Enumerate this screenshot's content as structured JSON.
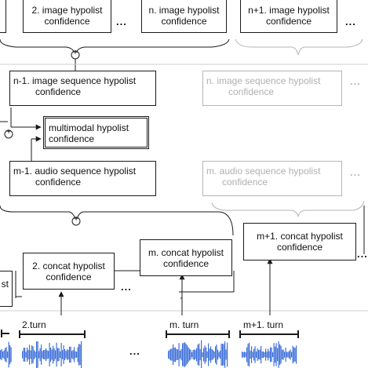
{
  "image_hypolists": [
    {
      "line1": "2. image hypolist",
      "line2": "confidence"
    },
    {
      "line1": "n. image hypolist",
      "line2": "confidence"
    },
    {
      "line1": "n+1. image hypolist",
      "line2": "confidence"
    }
  ],
  "image_sequence": {
    "line1": "n-1. image sequence hypolist",
    "line2": "confidence"
  },
  "image_sequence_next": {
    "line1": "n. image sequence hypolist",
    "line2": "confidence"
  },
  "multimodal": {
    "line1": "multimodal hypolist",
    "line2": "confidence"
  },
  "audio_sequence": {
    "line1": "m-1. audio sequence hypolist",
    "line2": "confidence"
  },
  "audio_sequence_next": {
    "line1": "m. audio sequence hypolist",
    "line2": "confidence"
  },
  "concat_hypolists": [
    {
      "line1": "2. concat hypolist",
      "line2": "confidence"
    },
    {
      "line1": "m. concat hypolist",
      "line2": "confidence"
    },
    {
      "line1": "m+1. concat hypolist",
      "line2": "confidence"
    }
  ],
  "partial_left_box_text": "st",
  "turns": [
    "2.turn",
    "m. turn",
    "m+1. turn"
  ],
  "ellipsis": "...",
  "plus_symbol": "+",
  "colors": {
    "line": "#1a1a1a",
    "faded": "#b5b5b5",
    "waveform": "#3e6fd8"
  }
}
